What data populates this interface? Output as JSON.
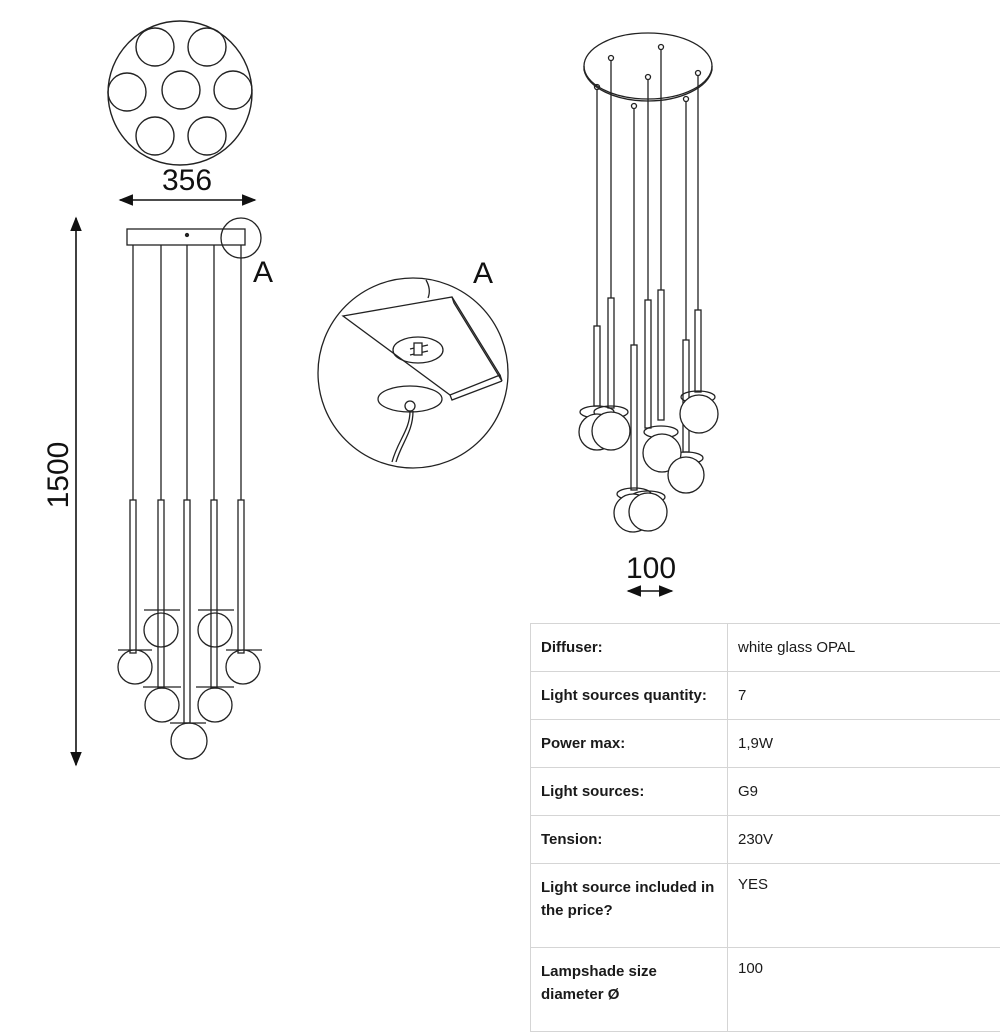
{
  "drawing": {
    "top_view_width": "356",
    "height_dim": "1500",
    "detail_label": "A",
    "detail_callout": "A",
    "shade_dim": "100"
  },
  "specs": [
    {
      "label": "Diffuser:",
      "value": "white glass OPAL"
    },
    {
      "label": "Light sources quantity:",
      "value": "7"
    },
    {
      "label": "Power max:",
      "value": "1,9W"
    },
    {
      "label": "Light sources:",
      "value": "G9"
    },
    {
      "label": "Tension:",
      "value": "230V"
    },
    {
      "label": "Light source included in the price?",
      "value": "YES"
    },
    {
      "label": "Lampshade size diameter Ø",
      "value": "100"
    }
  ]
}
